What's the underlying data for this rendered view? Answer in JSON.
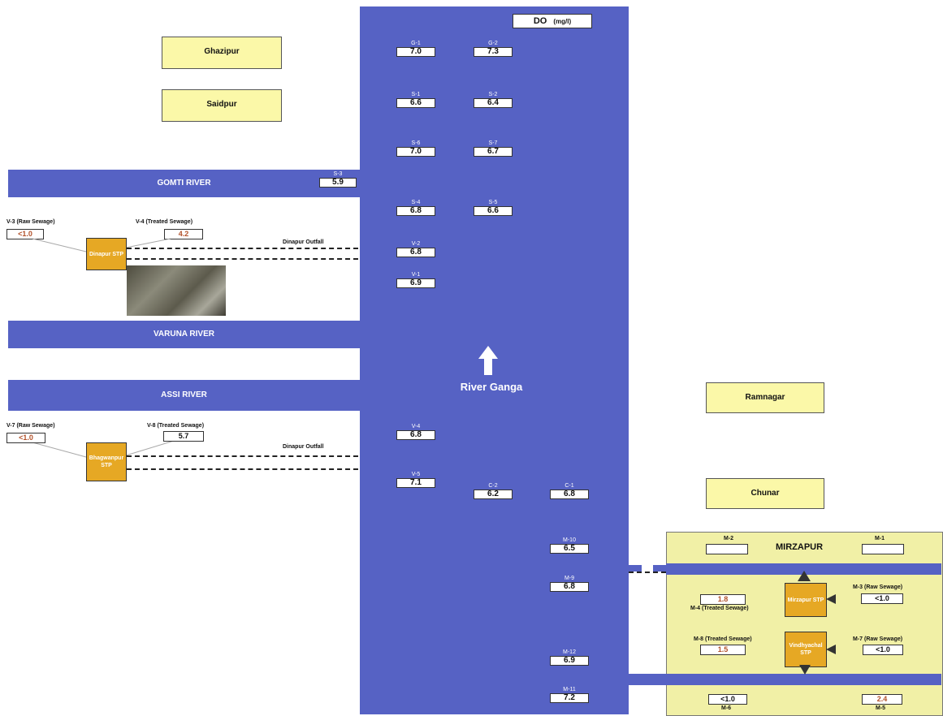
{
  "parameter": {
    "title": "DO",
    "unit": "(mg/l)"
  },
  "main_river": "River Ganga",
  "towns": {
    "ghazipur": "Ghazipur",
    "saidpur": "Saidpur",
    "ramnagar": "Ramnagar",
    "chunar": "Chunar",
    "mirzapur": "MIRZAPUR"
  },
  "rivers": {
    "gomti": "GOMTI RIVER",
    "varuna": "VARUNA RIVER",
    "assi": "ASSI RIVER"
  },
  "sites": {
    "g1": {
      "code": "G-1",
      "value": "7.0"
    },
    "g2": {
      "code": "G-2",
      "value": "7.3"
    },
    "s1": {
      "code": "S-1",
      "value": "6.6"
    },
    "s2": {
      "code": "S-2",
      "value": "6.4"
    },
    "s6": {
      "code": "S-6",
      "value": "7.0"
    },
    "s7": {
      "code": "S-7",
      "value": "6.7"
    },
    "s3": {
      "code": "S-3",
      "value": "5.9"
    },
    "s4": {
      "code": "S-4",
      "value": "6.8"
    },
    "s5": {
      "code": "S-5",
      "value": "6.6"
    },
    "v2": {
      "code": "V-2",
      "value": "6.8"
    },
    "v1": {
      "code": "V-1",
      "value": "6.9"
    },
    "v4": {
      "code": "V-4",
      "value": "6.8"
    },
    "v5": {
      "code": "V-5",
      "value": "7.1"
    },
    "c2": {
      "code": "C-2",
      "value": "6.2"
    },
    "c1": {
      "code": "C-1",
      "value": "6.8"
    },
    "m10": {
      "code": "M-10",
      "value": "6.5"
    },
    "m9": {
      "code": "M-9",
      "value": "6.8"
    },
    "m12": {
      "code": "M-12",
      "value": "6.9"
    },
    "m11": {
      "code": "M-11",
      "value": "7.2"
    }
  },
  "dinapur": {
    "raw_label": "V-3 (Raw Sewage)",
    "raw_value": "<1.0",
    "treated_label": "V-4 (Treated Sewage)",
    "treated_value": "4.2",
    "stp": "Dinapur STP",
    "outfall": "Dinapur Outfall"
  },
  "bhagwanpur": {
    "raw_label": "V-7 (Raw Sewage)",
    "raw_value": "<1.0",
    "treated_label": "V-8 (Treated Sewage)",
    "treated_value": "5.7",
    "stp": "Bhagwanpur STP",
    "outfall": "Dinapur Outfall"
  },
  "mirzapur_panel": {
    "m2_code": "M-2",
    "m1_code": "M-1",
    "mirzapur_stp": "Mirzapur STP",
    "m4_label": "M-4 (Treated Sewage)",
    "m4_value": "1.8",
    "m3_label": "M-3 (Raw Sewage)",
    "m3_value": "<1.0",
    "vindhyachal_stp": "Vindhyachal STP",
    "m8_label": "M-8 (Treated Sewage)",
    "m8_value": "1.5",
    "m7_label": "M-7 (Raw Sewage)",
    "m7_value": "<1.0",
    "m6_code": "M-6",
    "m6_value": "<1.0",
    "m5_code": "M-5",
    "m5_value": "2.4"
  }
}
